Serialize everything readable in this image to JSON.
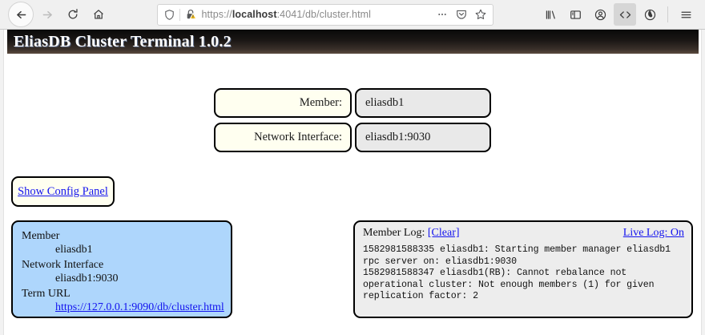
{
  "browser": {
    "nav": {
      "back_icon": "back-arrow-icon",
      "forward_icon": "forward-arrow-icon",
      "reload_icon": "reload-icon",
      "home_icon": "home-icon"
    },
    "urlbar": {
      "shield_icon": "tracking-protection-shield-icon",
      "lock_icon": "insecure-lock-warning-icon",
      "url_prefix": "https://",
      "url_host": "localhost",
      "url_suffix": ":4041/db/cluster.html",
      "url_full": "https://localhost:4041/db/cluster.html",
      "page_actions_icon": "ellipsis-icon",
      "reader_icon": "pocket-icon",
      "bookmark_icon": "star-icon"
    },
    "toolbar": {
      "library_icon": "library-icon",
      "sidebar_icon": "sidebar-icon",
      "account_icon": "account-icon",
      "devtools_icon": "code-brackets-icon",
      "devtools_active": true,
      "screenshot_icon": "moon-reader-icon",
      "menu_icon": "hamburger-menu-icon"
    }
  },
  "app": {
    "title": "EliasDB Cluster Terminal 1.0.2",
    "fields": [
      {
        "label": "Member:",
        "value": "eliasdb1"
      },
      {
        "label": "Network Interface:",
        "value": "eliasdb1:9030"
      }
    ],
    "config_button": {
      "label": "Show Config Panel"
    },
    "info_panel": {
      "entries": [
        {
          "key": "Member",
          "value": "eliasdb1",
          "is_link": false
        },
        {
          "key": "Network Interface",
          "value": "eliasdb1:9030",
          "is_link": false
        },
        {
          "key": "Term URL",
          "value": "https://127.0.0.1:9090/db/cluster.html",
          "is_link": true
        }
      ]
    },
    "log_panel": {
      "title": "Member Log:",
      "clear_label": "[Clear]",
      "live_log_label": "Live Log: On",
      "entries": "1582981588335 eliasdb1: Starting member manager eliasdb1 rpc server on: eliasdb1:9030\n1582981588347 eliasdb1(RB): Cannot rebalance not operational cluster: Not enough members (1) for given replication factor: 2"
    }
  },
  "colors": {
    "label_box": "#fffff0",
    "value_box": "#e9e9e9",
    "info_panel": "#aed6fc",
    "log_panel": "#ededed",
    "link": "#1414ee",
    "border": "#000000"
  }
}
